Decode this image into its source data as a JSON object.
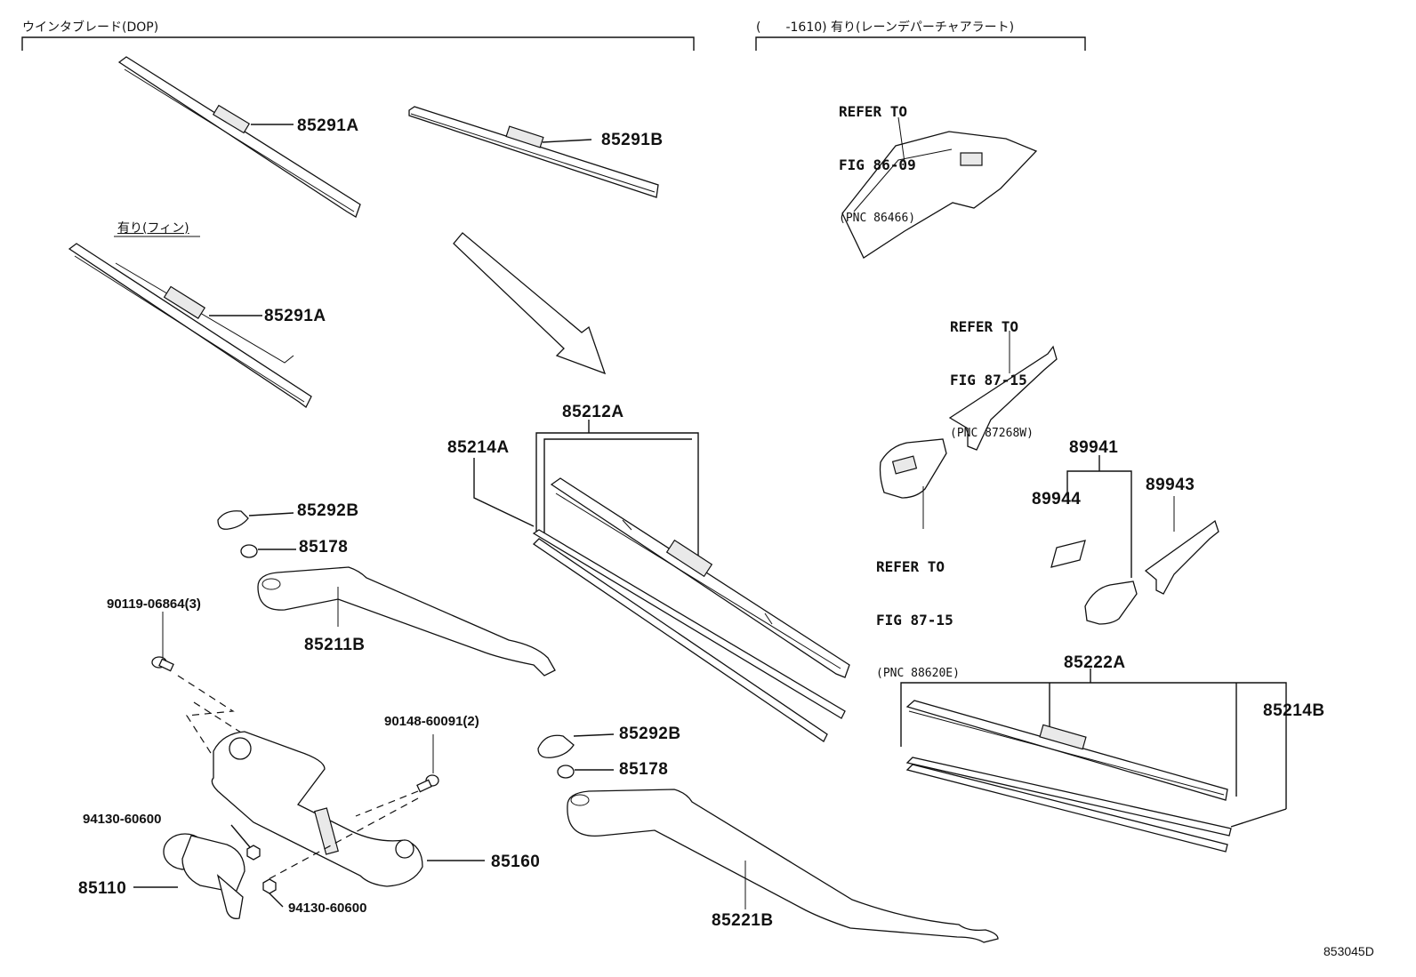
{
  "headers": {
    "winter_blade": "ウインタブレード(DOP)",
    "lane_departure": "(　　-1610) 有り(レーンデパーチャアラート)",
    "with_fin_note": "有り(フィン)"
  },
  "parts": {
    "p85291A_top": "85291A",
    "p85291B": "85291B",
    "p85291A_fin": "85291A",
    "p85212A": "85212A",
    "p85214A": "85214A",
    "p85292B_left": "85292B",
    "p85178_left": "85178",
    "p90119": "90119-06864(3)",
    "p85211B": "85211B",
    "p90148": "90148-60091(2)",
    "p85292B_right": "85292B",
    "p85178_right": "85178",
    "p94130_upper": "94130-60600",
    "p85110": "85110",
    "p85160": "85160",
    "p94130_lower": "94130-60600",
    "p85221B": "85221B",
    "p85222A": "85222A",
    "p85214B": "85214B",
    "p89941": "89941",
    "p89944": "89944",
    "p89943": "89943"
  },
  "refs": {
    "ref1": {
      "l1": "REFER TO",
      "l2": "FIG 86-09",
      "pnc": "(PNC 86466)"
    },
    "ref2": {
      "l1": "REFER TO",
      "l2": "FIG 87-15",
      "pnc": "(PNC 87268W)"
    },
    "ref3": {
      "l1": "REFER TO",
      "l2": "FIG 87-15",
      "pnc": "(PNC 88620E)"
    }
  },
  "figure_id": "853045D"
}
